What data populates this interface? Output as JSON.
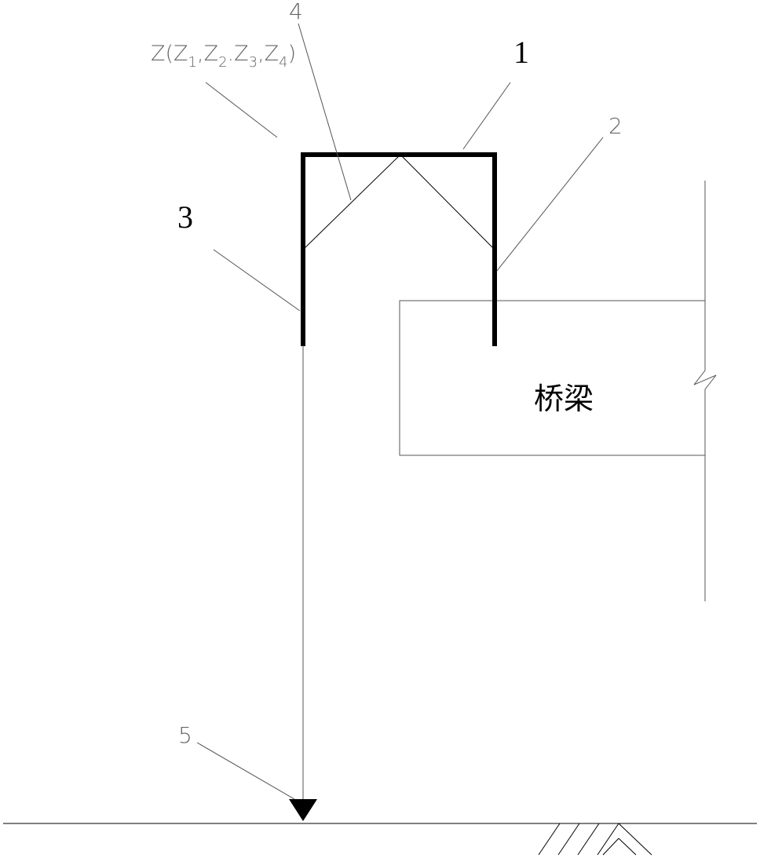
{
  "labels": {
    "one": "1",
    "two": "2",
    "three": "3",
    "four": "4",
    "five": "5"
  },
  "formula": {
    "prefix": "Z(Z",
    "sub1": "1",
    "sep1": ",Z",
    "sub2": "2",
    "sep2": ".Z",
    "sub3": "3",
    "sep3": ",Z",
    "sub4": "4",
    "suffix": ")"
  },
  "bridge_label": "桥梁"
}
